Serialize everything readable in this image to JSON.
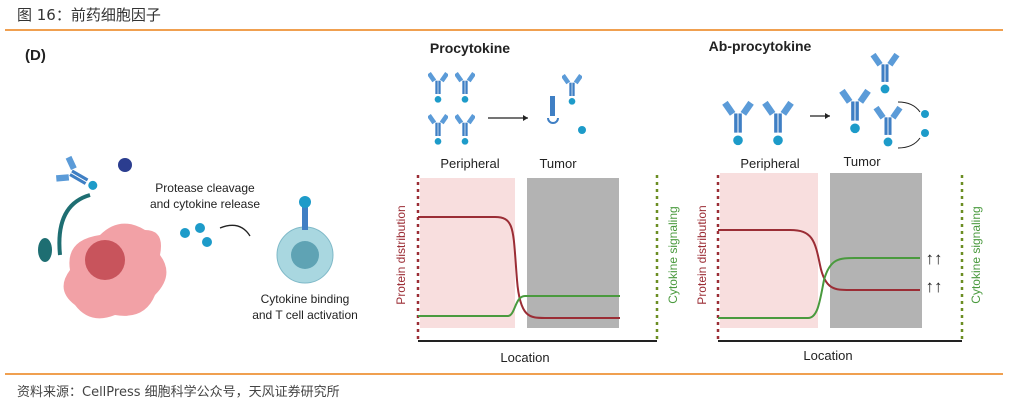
{
  "caption": "图 16：前药细胞因子",
  "source": "资料来源：CellPress 细胞科学公众号，天风证券研究所",
  "panel_label": "(D)",
  "left": {
    "step1": "Protease cleavage",
    "step2": "and cytokine release",
    "result1": "Cytokine binding",
    "result2": "and T cell activation"
  },
  "procytokine": {
    "title": "Procytokine",
    "peripheral": "Peripheral",
    "tumor": "Tumor",
    "ylabel_left": "Protein distribution",
    "ylabel_right": "Cytokine signaling",
    "xlabel": "Location"
  },
  "ab_procytokine": {
    "title": "Ab-procytokine",
    "peripheral": "Peripheral",
    "tumor": "Tumor",
    "ylabel_left": "Protein distribution",
    "ylabel_right": "Cytokine signaling",
    "xlabel": "Location",
    "arrow1": "↑↑",
    "arrow2": "↑↑"
  },
  "colors": {
    "red": "#9b2d35",
    "green": "#4a9a3e",
    "pink": "#f8dede",
    "grey": "#b3b3b3",
    "blue": "#3f7fc4",
    "cyan": "#1d9bc9",
    "accent": "#f0a050"
  }
}
